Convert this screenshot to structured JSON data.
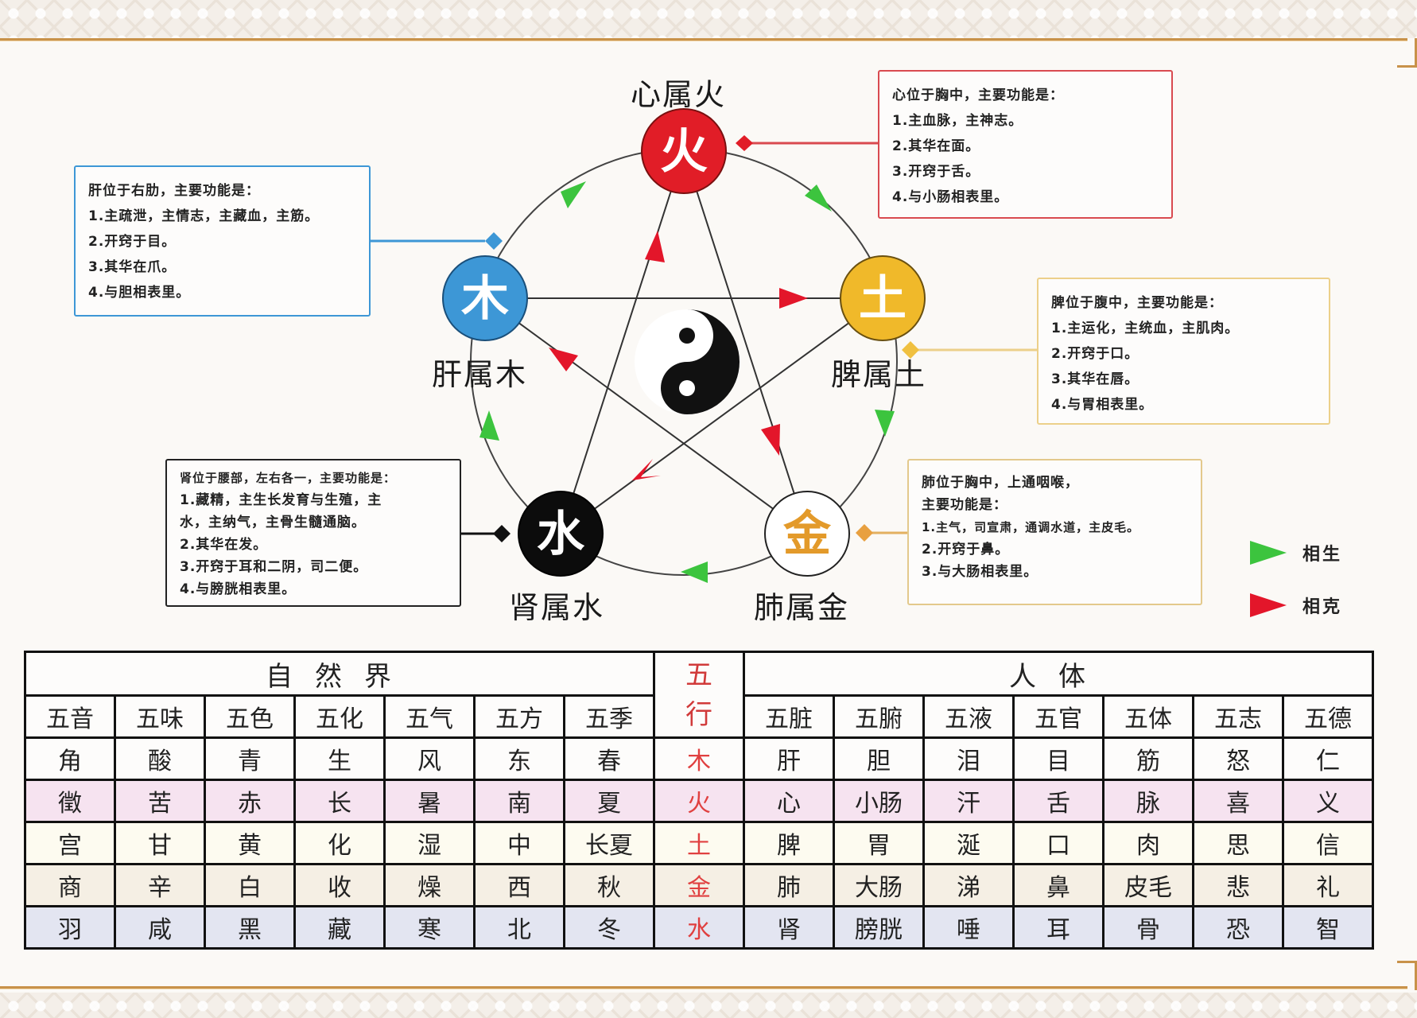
{
  "colors": {
    "fire": "#e11d27",
    "wood": "#3d97d6",
    "earth": "#f0b92a",
    "water": "#0c0c0c",
    "metal_text": "#e39a2a",
    "generating": "#3cc43e",
    "restraining": "#e3162a",
    "frame_gold": "#c8924a"
  },
  "elements": {
    "fire": {
      "glyph": "火",
      "label": "心属火"
    },
    "wood": {
      "glyph": "木",
      "label": "肝属木"
    },
    "earth": {
      "glyph": "土",
      "label": "脾属土"
    },
    "metal": {
      "glyph": "金",
      "label": "肺属金"
    },
    "water": {
      "glyph": "水",
      "label": "肾属水"
    }
  },
  "center_icon": "yin-yang-icon",
  "boxes": {
    "liver": [
      "肝位于右肋，主要功能是：",
      "1.主疏泄，主情志，主藏血，主筋。",
      "2.开窍于目。",
      "3.其华在爪。",
      "4.与胆相表里。"
    ],
    "heart": [
      "心位于胸中，主要功能是：",
      "1.主血脉，主神志。",
      "2.其华在面。",
      "3.开窍于舌。",
      "4.与小肠相表里。"
    ],
    "spleen": [
      "脾位于腹中，主要功能是：",
      "1.主运化，主统血，主肌肉。",
      "2.开窍于口。",
      "3.其华在唇。",
      "4.与胃相表里。"
    ],
    "lung": [
      "肺位于胸中，上通咽喉，",
      "主要功能是：",
      "1.主气，司宣肃，通调水道，主皮毛。",
      "2.开窍于鼻。",
      "3.与大肠相表里。"
    ],
    "kidney": [
      "肾位于腰部，左右各一，主要功能是：",
      "1.藏精，主生长发育与生殖，主",
      "水，主纳气，主骨生髓通脑。",
      "2.其华在发。",
      "3.开窍于耳和二阴，司二便。",
      "4.与膀胱相表里。"
    ]
  },
  "legend": {
    "generating": "相生",
    "restraining": "相克"
  },
  "table": {
    "nature_title": "自然界",
    "wuxing_title": [
      "五",
      "行"
    ],
    "body_title": "人体",
    "nature_headers": [
      "五音",
      "五味",
      "五色",
      "五化",
      "五气",
      "五方",
      "五季"
    ],
    "body_headers": [
      "五脏",
      "五腑",
      "五液",
      "五官",
      "五体",
      "五志",
      "五德"
    ],
    "rows": [
      {
        "nature": [
          "角",
          "酸",
          "青",
          "生",
          "风",
          "东",
          "春"
        ],
        "element": "木",
        "body": [
          "肝",
          "胆",
          "泪",
          "目",
          "筋",
          "怒",
          "仁"
        ]
      },
      {
        "nature": [
          "徵",
          "苦",
          "赤",
          "长",
          "暑",
          "南",
          "夏"
        ],
        "element": "火",
        "body": [
          "心",
          "小肠",
          "汗",
          "舌",
          "脉",
          "喜",
          "义"
        ]
      },
      {
        "nature": [
          "宫",
          "甘",
          "黄",
          "化",
          "湿",
          "中",
          "长夏"
        ],
        "element": "土",
        "body": [
          "脾",
          "胃",
          "涎",
          "口",
          "肉",
          "思",
          "信"
        ]
      },
      {
        "nature": [
          "商",
          "辛",
          "白",
          "收",
          "燥",
          "西",
          "秋"
        ],
        "element": "金",
        "body": [
          "肺",
          "大肠",
          "涕",
          "鼻",
          "皮毛",
          "悲",
          "礼"
        ]
      },
      {
        "nature": [
          "羽",
          "咸",
          "黑",
          "藏",
          "寒",
          "北",
          "冬"
        ],
        "element": "水",
        "body": [
          "肾",
          "膀胱",
          "唾",
          "耳",
          "骨",
          "恐",
          "智"
        ]
      }
    ]
  }
}
